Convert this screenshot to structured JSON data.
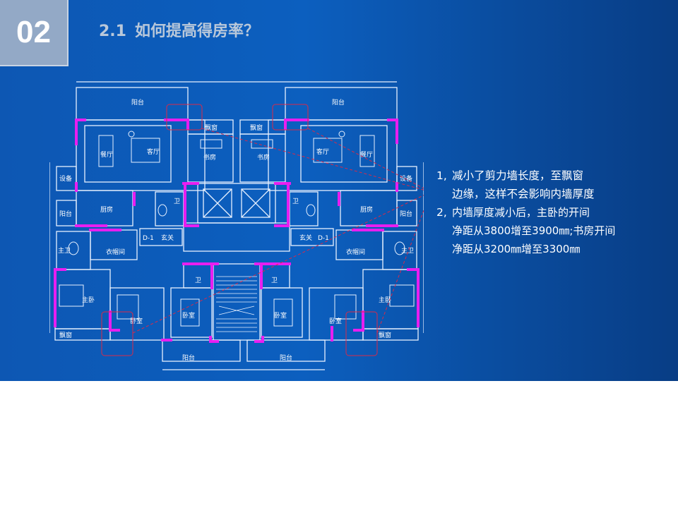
{
  "slide": {
    "badge": "02",
    "title_num": "2.1",
    "title_text": "如何提高得房率？"
  },
  "notes": [
    {
      "index": "1,",
      "lines": [
        "减小了剪力墙长度，至飘窗",
        "边缘，这样不会影响内墙厚度"
      ]
    },
    {
      "index": "2,",
      "lines": [
        "内墙厚度减小后，主卧的开间",
        "净距从3800增至3900㎜;书房开间",
        "净距从3200㎜增至3300㎜"
      ]
    }
  ],
  "plan_labels": {
    "balcony": "阳台",
    "bay_window": "飘窗",
    "study": "书房",
    "living": "客厅",
    "dining": "餐厅",
    "equipment": "设备",
    "kitchen": "厨房",
    "toilet": "卫",
    "master_bath": "主卫",
    "cloakroom": "衣帽间",
    "foyer": "玄关",
    "master_bedroom": "主卧",
    "bedroom": "卧室",
    "door_tag": "D-1"
  },
  "colors": {
    "background": "#0c5fbf",
    "badge_bg": "#93a9c6",
    "title": "#b9c8da",
    "plan_line": "#e6f0ff",
    "highlight_wall": "#e81ef0",
    "callout_line": "#d92a4a"
  }
}
